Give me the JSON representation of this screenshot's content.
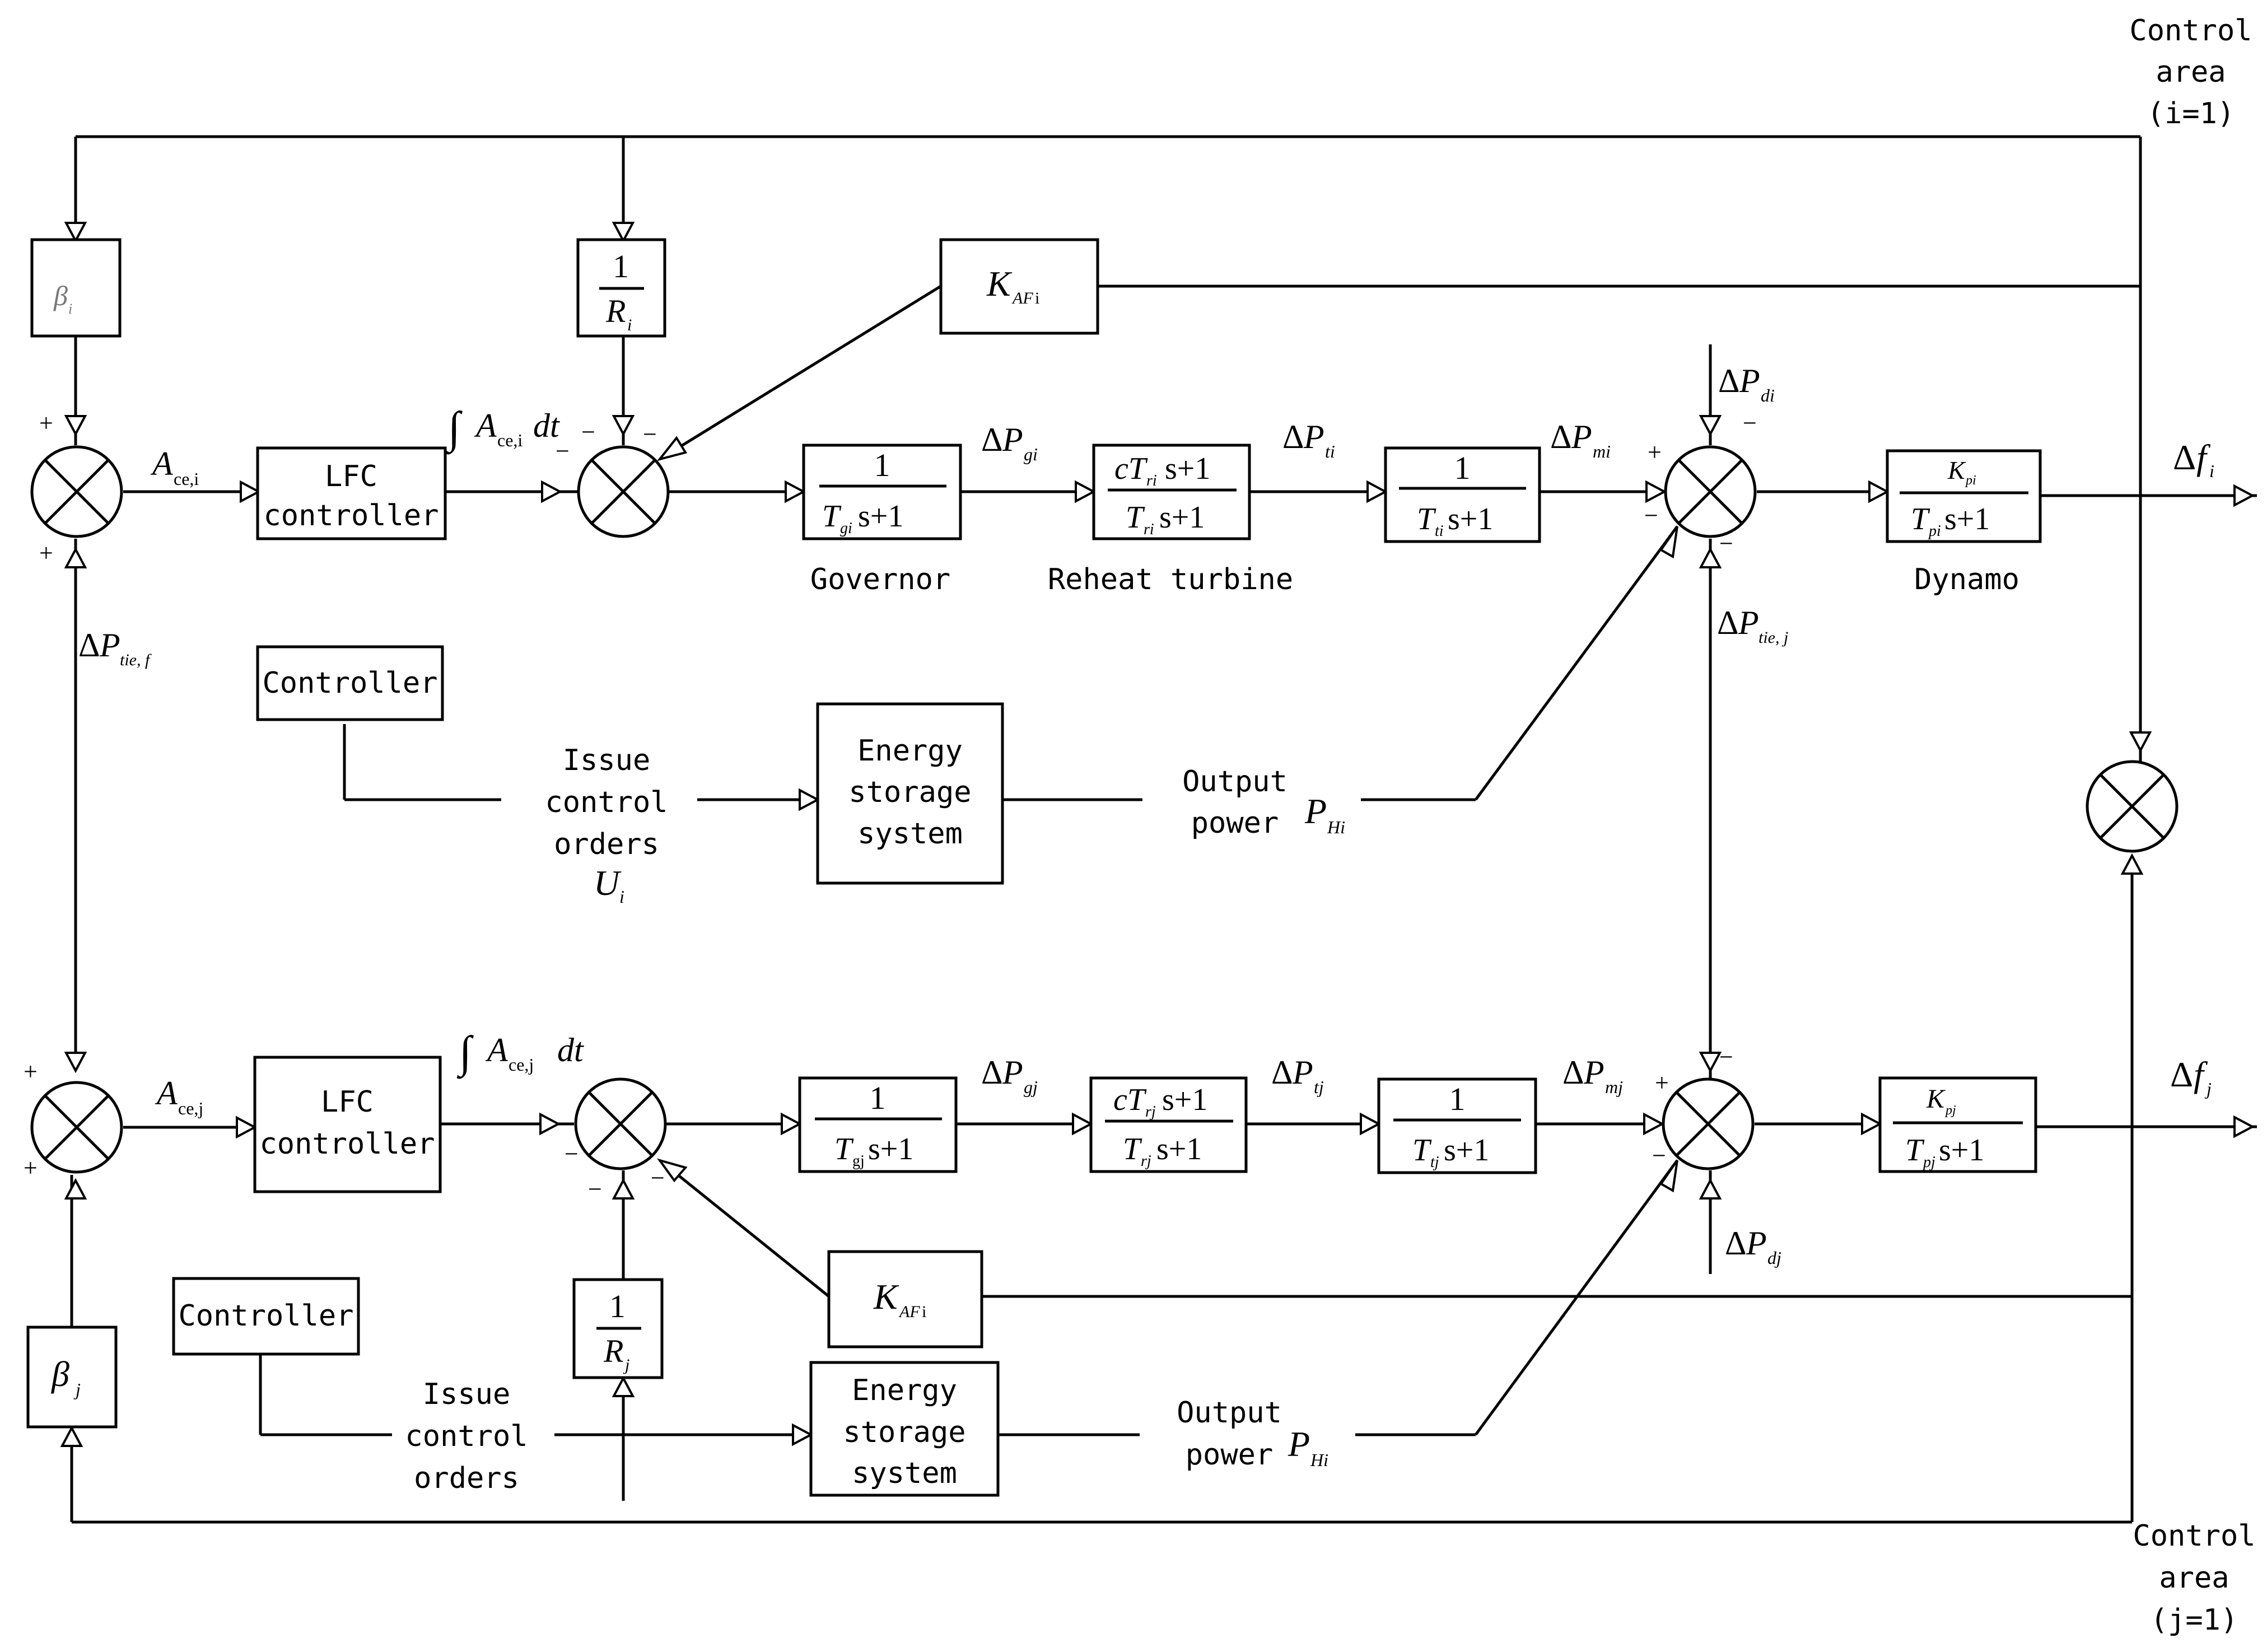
{
  "labels": {
    "control_area_i": [
      "Control",
      "area",
      "(i=1)"
    ],
    "control_area_j": [
      "Control",
      "area",
      "(j=1)"
    ],
    "lfc": [
      "LFC",
      "controller"
    ],
    "controller": "Controller",
    "governor": "Governor",
    "reheat": "Reheat turbine",
    "dynamo": "Dynamo",
    "issue": [
      "Issue",
      "control",
      "orders"
    ],
    "energy": [
      "Energy",
      "storage",
      "system"
    ],
    "output": [
      "Output",
      "power"
    ]
  },
  "math": {
    "delta": "Δ",
    "P": "P",
    "f": "f",
    "A": "A",
    "ce": "ce",
    "sub_i": "i",
    "sub_j": "j",
    "sub_ce_i": "ce,i",
    "sub_ce_j": "ce,j",
    "dt": "dt",
    "one": "1",
    "R": "R",
    "K": "K",
    "sub_AF": "AF",
    "sub_AF_tail": "i",
    "beta": "β",
    "sub_tie_f": "tie, f",
    "sub_tie_j": "tie, j",
    "sub_gi": "gi",
    "sub_gj": "gj",
    "sub_ti": "ti",
    "sub_tj": "tj",
    "sub_mi": "mi",
    "sub_mj": "mj",
    "sub_di": "di",
    "sub_dj": "dj",
    "sub_pi": "pi",
    "sub_pj": "pj",
    "sub_ri": "ri",
    "sub_rj": "rj",
    "sub_Hi": "Hi",
    "U": "U",
    "T": "T",
    "c": "c",
    "s_plus_1": "s+1",
    "plus": "+",
    "minus": "−",
    "integral": "∫"
  }
}
